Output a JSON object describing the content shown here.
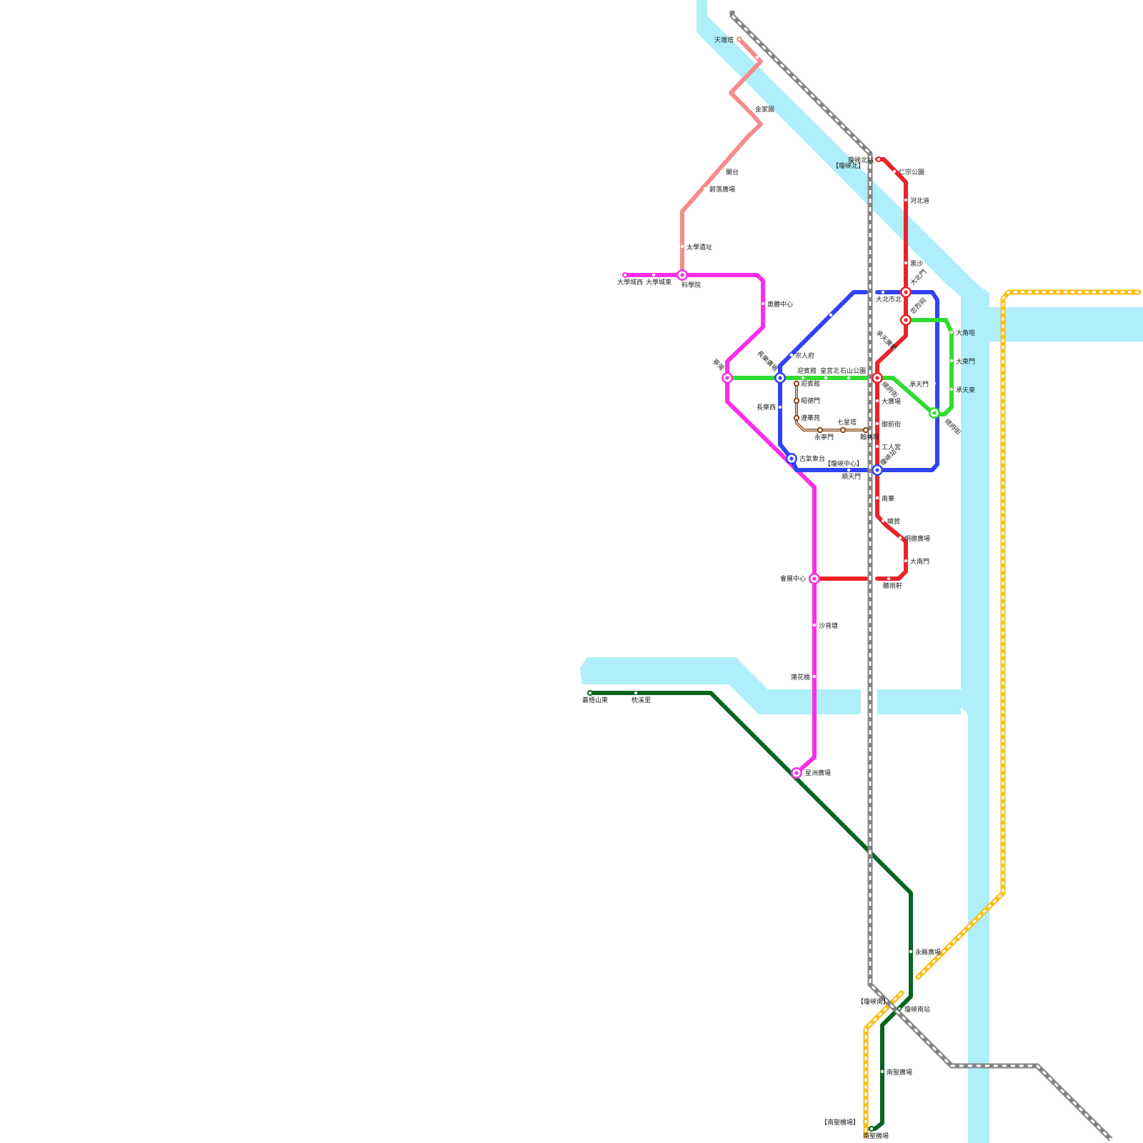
{
  "colors": {
    "water": "#aeeffb",
    "pink_light": "#f78b8b",
    "magenta": "#fb2ee8",
    "blue": "#3142f3",
    "green": "#2fdc2f",
    "red": "#ec2229",
    "brown": "#8b4a1c",
    "dark_green": "#07651f",
    "orange": "#fbbd16",
    "gray": "#838383"
  },
  "stations": {
    "s01": "天壇塔",
    "s02": "金家園",
    "s03": "闌台",
    "s04": "碧落廣場",
    "s05": "太學遺址",
    "s06": "大學城西",
    "s07": "大學城東",
    "s08": "科學院",
    "s09": "奧體中心",
    "s10": "寧灣",
    "s11": "長樂廣場",
    "s12": "宗人府",
    "s13": "迎賓館",
    "s14": "皇宮北",
    "s15": "石山公園",
    "s16": "迎賓館",
    "s17": "昭德門",
    "s18": "遵華苑",
    "s19": "永寧門",
    "s20": "七星塔",
    "s21": "翰林院",
    "s22": "長樂西",
    "s23": "古氣象台",
    "s24": "【瓊峽中心】",
    "s25": "順天門",
    "s26": "瓊峽北站",
    "s27": "【瓊峽北】",
    "s28": "仁宗公園",
    "s29": "河北道",
    "s30": "黑沙",
    "s31": "大北門",
    "s32": "大北市北",
    "s33": "忠烈祠",
    "s34": "承天廣場",
    "s35": "大角咀",
    "s36": "大東門",
    "s37": "承天東",
    "s38": "承天門",
    "s39": "總府街",
    "s40": "大廣場",
    "s41": "御前街",
    "s42": "工人宮",
    "s43": "瓊峽站",
    "s44": "南華",
    "s45": "瞋賀",
    "s46": "明德廣場",
    "s47": "大南門",
    "s48": "會展中心",
    "s49": "聽雨軒",
    "s50": "沙背塘",
    "s51": "蓮花橋",
    "s52": "星洲廣場",
    "s53": "蒼梧山東",
    "s54": "枕溪里",
    "s55": "永縣廣場",
    "s56": "【瓊峽南】",
    "s57": "瓊峽南站",
    "s58": "南聖廣場",
    "s59": "【南聖機場】",
    "s60": "南聖機場",
    "s61": "總府街"
  }
}
